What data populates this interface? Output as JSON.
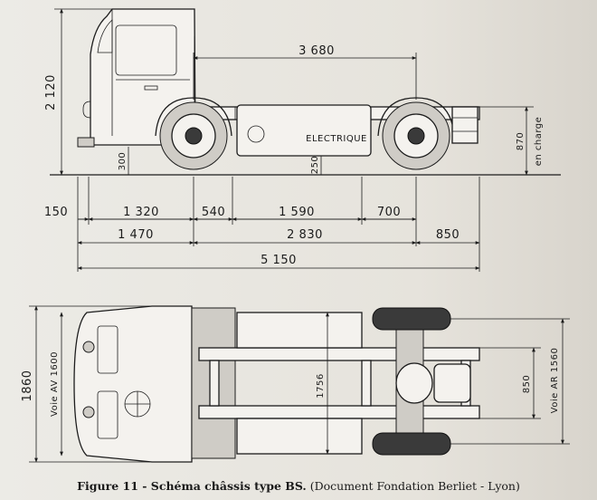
{
  "side_view": {
    "height_label": "2 120",
    "wheelbase_label": "3 680",
    "ground_clear_front": "300",
    "ground_clear_mid": "250",
    "frame_height": "870",
    "frame_height_note": "en charge",
    "battery_label": "ELECTRIQUE"
  },
  "dims_row1": [
    "150",
    "1 320",
    "540",
    "1 590",
    "700"
  ],
  "dims_row2": [
    "1 470",
    "2 830",
    "850"
  ],
  "dims_row3": [
    "5 150"
  ],
  "top_view": {
    "overall_width": "1860",
    "front_track": "Voie AV 1600",
    "frame_width": "1756",
    "rear_frame": "850",
    "rear_track": "Voie AR 1560"
  },
  "caption": {
    "bold": "Figure 11 - Schéma châssis type BS.",
    "normal": " (Document Fondation Berliet - Lyon)"
  }
}
